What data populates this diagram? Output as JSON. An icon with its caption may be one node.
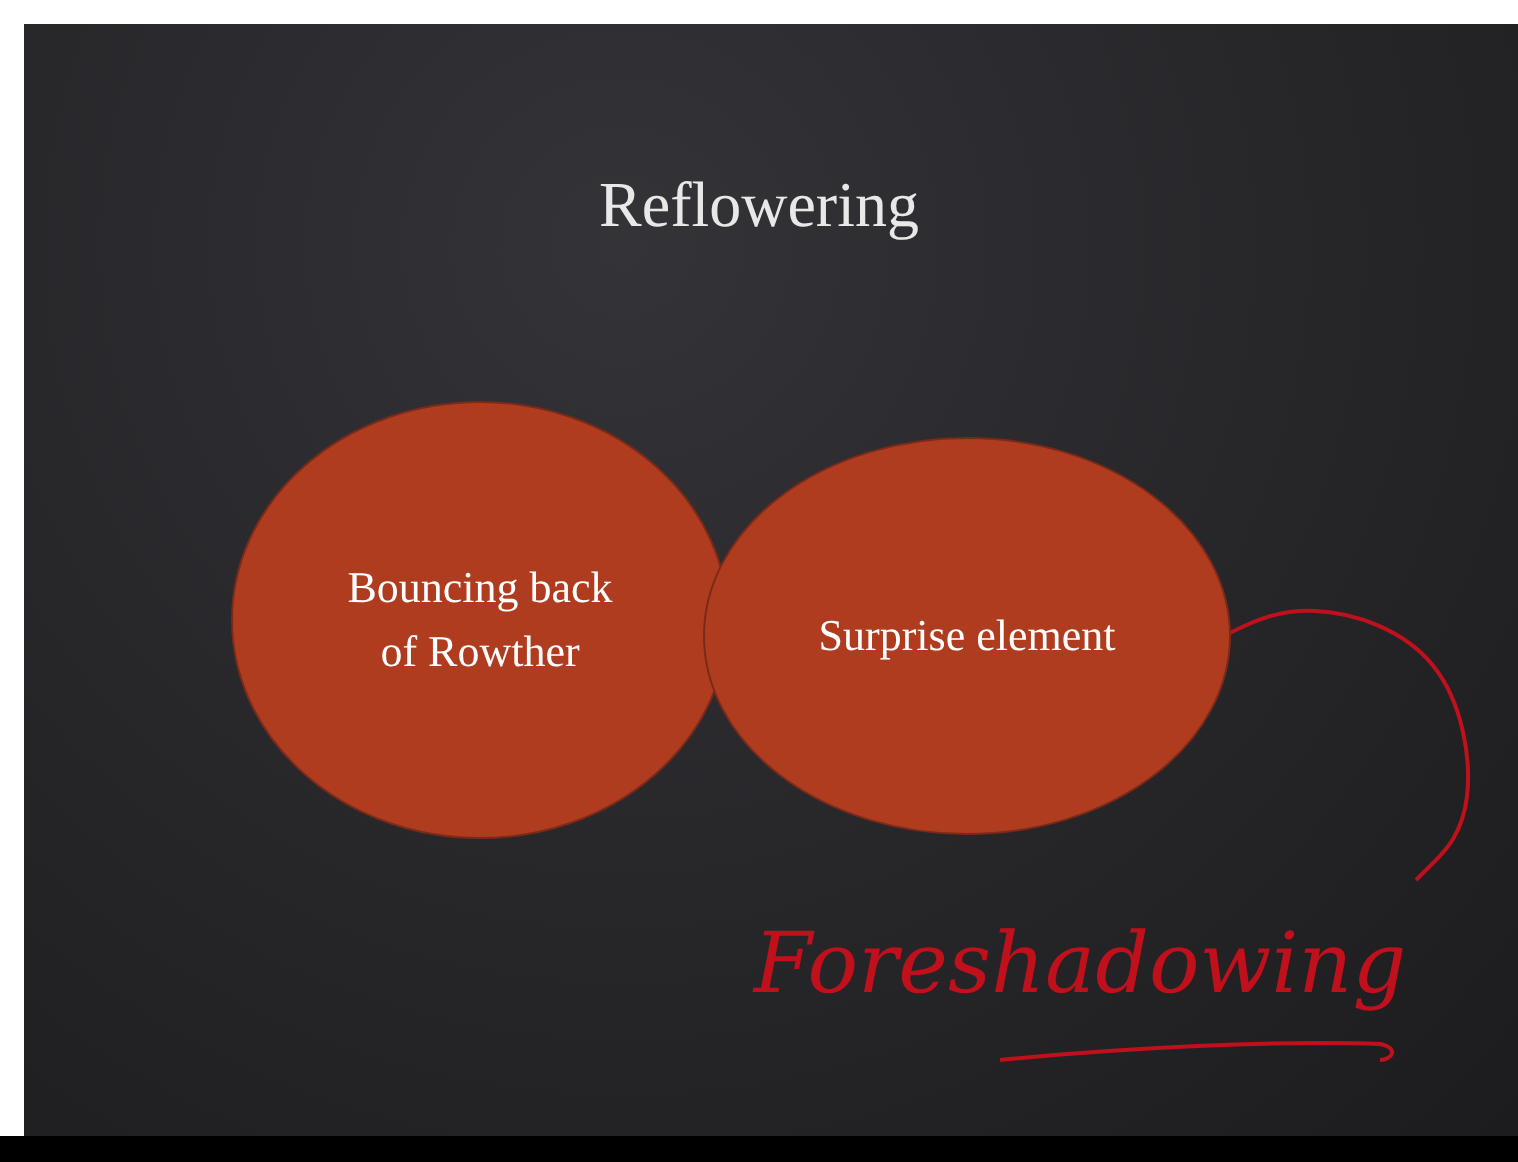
{
  "diagram": {
    "title": "Reflowering",
    "nodes": [
      {
        "text": [
          "Bouncing back of Rowther"
        ]
      },
      {
        "text": [
          "Surprise element"
        ]
      },
      {
        "text": [
          "Foreshadowing"
        ]
      }
    ],
    "edges": [
      {
        "from": 1,
        "to": 2,
        "arrow": "none",
        "color": "#c0101c"
      }
    ]
  }
}
